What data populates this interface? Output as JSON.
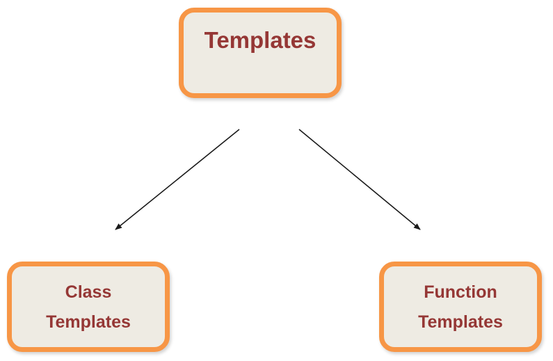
{
  "diagram": {
    "root": {
      "label": "Templates"
    },
    "children": [
      {
        "label": "Class\nTemplates"
      },
      {
        "label": "Function\nTemplates"
      }
    ]
  },
  "colors": {
    "node_fill": "#eeebe3",
    "node_border": "#f79646",
    "text": "#953735",
    "arrow": "#1a1a1a"
  }
}
